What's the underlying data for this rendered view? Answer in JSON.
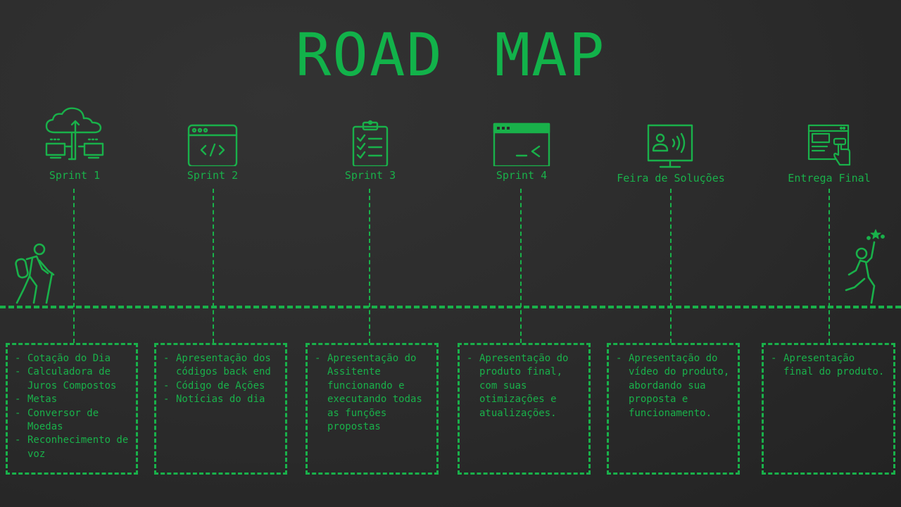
{
  "title": "ROAD MAP",
  "colors": {
    "accent": "#19b14a",
    "background": "#2a2a2a"
  },
  "milestones": [
    {
      "label": "Sprint 1",
      "icon": "cloud-network-icon",
      "items": [
        "Cotação do Dia",
        "Calculadora de Juros Compostos",
        "Metas",
        "Conversor de Moedas",
        "Reconhecimento de voz"
      ]
    },
    {
      "label": "Sprint 2",
      "icon": "code-window-icon",
      "items": [
        "Apresentação dos códigos back end",
        "Código de Ações",
        "Notícias do dia"
      ]
    },
    {
      "label": "Sprint 3",
      "icon": "checklist-clipboard-icon",
      "items": [
        "Apresentação do Assitente funcionando e executando todas as funções propostas"
      ]
    },
    {
      "label": "Sprint 4",
      "icon": "terminal-window-icon",
      "items": [
        "Apresentação do produto final, com suas otimizações e atualizações."
      ]
    },
    {
      "label": "Feira de Soluções",
      "icon": "monitor-presenter-icon",
      "items": [
        "Apresentação do vídeo do produto, abordando sua proposta e funcionamento."
      ]
    },
    {
      "label": "Entrega Final",
      "icon": "browser-click-icon",
      "items": [
        "Apresentação final do produto."
      ]
    }
  ],
  "start_figure": "hiker-icon",
  "end_figure": "celebrating-person-icon"
}
